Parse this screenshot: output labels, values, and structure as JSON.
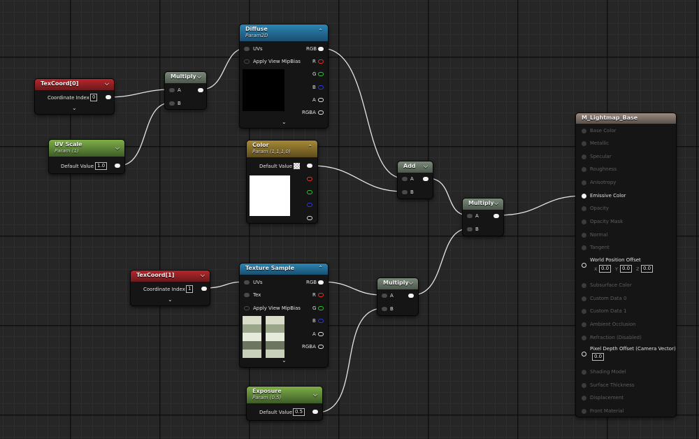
{
  "nodes": {
    "texcoord0": {
      "title": "TexCoord[0]",
      "prop_label": "Coordinate Index",
      "prop_value": "0"
    },
    "uv_scale": {
      "title": "UV Scale",
      "subtitle": "Param (1)",
      "prop_label": "Default Value",
      "prop_value": "1.0"
    },
    "multiply1": {
      "title": "Multiply",
      "pin_a": "A",
      "pin_b": "B"
    },
    "diffuse": {
      "title": "Diffuse",
      "subtitle": "Param2D",
      "in_uvs": "UVs",
      "in_mip": "Apply View MipBias",
      "out_rgb": "RGB",
      "out_r": "R",
      "out_g": "G",
      "out_b": "B",
      "out_a": "A",
      "out_rgba": "RGBA"
    },
    "color": {
      "title": "Color",
      "subtitle": "Param (1,1,1,0)",
      "prop_label": "Default Value"
    },
    "add": {
      "title": "Add",
      "pin_a": "A",
      "pin_b": "B"
    },
    "multiply2": {
      "title": "Multiply",
      "pin_a": "A",
      "pin_b": "B"
    },
    "texcoord1": {
      "title": "TexCoord[1]",
      "prop_label": "Coordinate Index",
      "prop_value": "1"
    },
    "texture_sample": {
      "title": "Texture Sample",
      "in_uvs": "UVs",
      "in_tex": "Tex",
      "in_mip": "Apply View MipBias",
      "out_rgb": "RGB",
      "out_r": "R",
      "out_g": "G",
      "out_b": "B",
      "out_a": "A",
      "out_rgba": "RGBA"
    },
    "multiply3": {
      "title": "Multiply",
      "pin_a": "A",
      "pin_b": "B"
    },
    "exposure": {
      "title": "Exposure",
      "subtitle": "Param (0.5)",
      "prop_label": "Default Value",
      "prop_value": "0.5"
    },
    "result": {
      "title": "M_Lightmap_Base",
      "inputs": {
        "base_color": "Base Color",
        "metallic": "Metallic",
        "specular": "Specular",
        "roughness": "Roughness",
        "anisotropy": "Anisotropy",
        "emissive_color": "Emissive Color",
        "opacity": "Opacity",
        "opacity_mask": "Opacity Mask",
        "normal": "Normal",
        "tangent": "Tangent",
        "world_position_offset": "World Position Offset",
        "subsurface_color": "Subsurface Color",
        "custom_data_0": "Custom Data 0",
        "custom_data_1": "Custom Data 1",
        "ambient_occlusion": "Ambient Occlusion",
        "refraction": "Refraction (Disabled)",
        "pixel_depth_offset": "Pixel Depth Offset (Camera Vector)",
        "shading_model": "Shading Model",
        "surface_thickness": "Surface Thickness",
        "displacement": "Displacement",
        "front_material": "Front Material"
      },
      "wpo_x_label": "X",
      "wpo_x": "0.0",
      "wpo_y_label": "Y",
      "wpo_y": "0.0",
      "wpo_z_label": "Z",
      "wpo_z": "0.0",
      "pdo_value": "0.0"
    }
  },
  "icons": {
    "expand": "chevron-down-icon",
    "collapse": "chevron-up-icon",
    "checker": "checkerboard-swatch-icon"
  },
  "colors": {
    "background": "#262626",
    "wire": "#e8e8e8",
    "header_param_red": "#b8262c",
    "header_scalar_green": "#6a9a4a",
    "header_math": "#7a8a7a",
    "header_texture": "#2c86b4",
    "header_vector": "#a68a36",
    "header_result": "#9a8a80"
  }
}
